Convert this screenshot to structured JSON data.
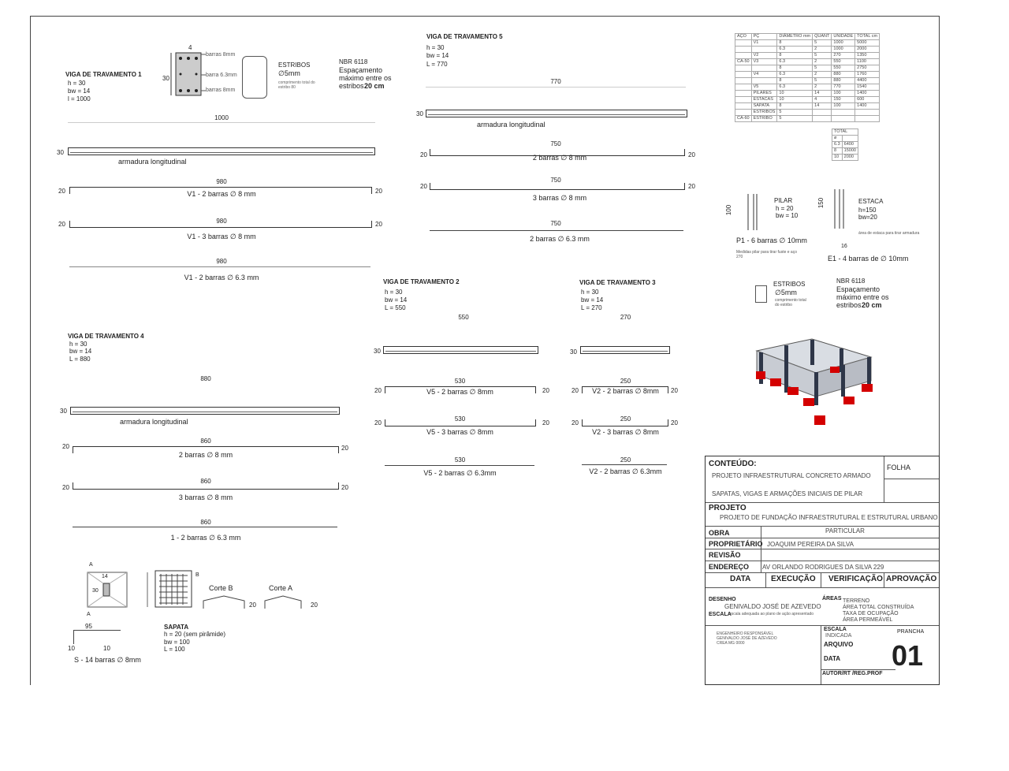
{
  "v1": {
    "title": "VIGA DE TRAVAMENTO 1",
    "h": "h = 30",
    "bw": "bw = 14",
    "l": "l = 1000",
    "len_top": "1000",
    "h_label": "30",
    "long_label": "armadura longitudinal",
    "bars": [
      {
        "len": "980",
        "caption": "V1 - 2 barras ∅ 8 mm",
        "hook_l": "20",
        "hook_r": "20"
      },
      {
        "len": "980",
        "caption": "V1 - 3 barras ∅ 8 mm",
        "hook_l": "20",
        "hook_r": "20"
      },
      {
        "len": "980",
        "caption": "V1 - 2 barras ∅ 6.3 mm"
      }
    ]
  },
  "section": {
    "w": "4",
    "h": "30",
    "lbl1": "barras 8mm",
    "lbl2": "barra 6.3mm",
    "lbl3": "barras 8mm"
  },
  "estribos1": {
    "title": "ESTRIBOS",
    "dia": "∅5mm",
    "note": "comprimento total do estribo 80",
    "nbr": "NBR 6118",
    "esp": "Espaçamento",
    "max": "máximo entre os",
    "cm_pre": "estribos",
    "cm": "20 cm"
  },
  "v5": {
    "title": "VIGA DE TRAVAMENTO 5",
    "h": "h = 30",
    "bw": "bw = 14",
    "l": "L = 770",
    "len_top": "770",
    "h_label": "30",
    "long_label": "armadura longitudinal",
    "bars": [
      {
        "len": "750",
        "caption": "2 barras ∅ 8 mm",
        "hook_l": "20",
        "hook_r": "20"
      },
      {
        "len": "750",
        "caption": "3 barras ∅ 8 mm",
        "hook_l": "20",
        "hook_r": "20"
      },
      {
        "len": "750",
        "caption": "2 barras ∅ 6.3 mm"
      }
    ]
  },
  "v4": {
    "title": "VIGA DE TRAVAMENTO 4",
    "h": "h = 30",
    "bw": "bw = 14",
    "l": "L = 880",
    "len_top": "880",
    "h_label": "30",
    "long_label": "armadura longitudinal",
    "bars": [
      {
        "len": "860",
        "caption": "2 barras ∅ 8 mm",
        "hook_l": "20",
        "hook_r": "20"
      },
      {
        "len": "860",
        "caption": "3 barras ∅ 8 mm",
        "hook_l": "20",
        "hook_r": "20"
      },
      {
        "len": "860",
        "caption": "1 - 2 barras ∅ 6.3 mm"
      }
    ]
  },
  "v2": {
    "title": "VIGA DE TRAVAMENTO 2",
    "h": "h = 30",
    "bw": "bw = 14",
    "l": "L = 550",
    "len_top": "550",
    "h_label": "30",
    "bars": [
      {
        "len": "530",
        "caption": "V5 - 2 barras ∅ 8mm",
        "hook_l": "20",
        "hook_r": "20"
      },
      {
        "len": "530",
        "caption": "V5 - 3 barras ∅ 8mm",
        "hook_l": "20",
        "hook_r": "20"
      },
      {
        "len": "530",
        "caption": "V5 - 2 barras ∅ 6.3mm"
      }
    ]
  },
  "v3": {
    "title": "VIGA DE TRAVAMENTO 3",
    "h": "h = 30",
    "bw": "bw = 14",
    "l": "L = 270",
    "len_top": "270",
    "h_label": "30",
    "bars": [
      {
        "len": "250",
        "caption": "V2 - 2 barras ∅ 8mm",
        "hook_l": "20",
        "hook_r": "20"
      },
      {
        "len": "250",
        "caption": "V2 - 3 barras ∅ 8mm",
        "hook_l": "20",
        "hook_r": "20"
      },
      {
        "len": "250",
        "caption": "V2 - 2 barras ∅ 6.3mm"
      }
    ]
  },
  "pilar": {
    "title": "PILAR",
    "h": "h = 20",
    "bw": "bw = 10",
    "dim": "100",
    "caption": "P1 - 6 barras ∅ 10mm",
    "note": "Medidas pilar para tirar fuste e aço 270"
  },
  "estaca": {
    "title": "ESTACA",
    "h": "h=150",
    "bw": "bw=20",
    "dim": "150",
    "w": "16",
    "note": "área de estaca para tirar armadura",
    "caption": "E1 - 4 barras de ∅ 10mm"
  },
  "estribos2": {
    "title": "ESTRIBOS",
    "dia": "∅5mm",
    "note": "comprimento total do estribo",
    "nbr": "NBR 6118",
    "esp": "Espaçamento",
    "max": "máximo entre os",
    "cm_pre": "estribos",
    "cm": "20 cm"
  },
  "sapata": {
    "a": "A",
    "b": "B",
    "dim14": "14",
    "dim30": "30",
    "corte_b": "Corte B",
    "corte_a": "Corte A",
    "d20a": "20",
    "d20b": "20",
    "title": "SAPATA",
    "h": "h = 20 (sem pirâmide)",
    "bw": "bw = 100",
    "l": "L = 100",
    "dim95": "95",
    "d10a": "10",
    "d10b": "10",
    "caption": "S - 14 barras ∅ 8mm"
  },
  "table": {
    "headers": [
      "AÇO",
      "PÇ",
      "DIÂMETRO mm",
      "QUANT",
      "UNIDADE",
      "TOTAL cm"
    ],
    "rows": [
      [
        "",
        "V1",
        "8",
        "5",
        "1000",
        "5000"
      ],
      [
        "",
        "",
        "6.3",
        "2",
        "1000",
        "2000"
      ],
      [
        "",
        "V2",
        "8",
        "5",
        "270",
        "1350"
      ],
      [
        "CA-50",
        "V3",
        "6.3",
        "2",
        "550",
        "1100"
      ],
      [
        "",
        "",
        "8",
        "5",
        "550",
        "2750"
      ],
      [
        "",
        "V4",
        "6.3",
        "2",
        "880",
        "1760"
      ],
      [
        "",
        "",
        "8",
        "5",
        "880",
        "4400"
      ],
      [
        "",
        "V5",
        "6.3",
        "2",
        "770",
        "1540"
      ],
      [
        "",
        "PILARES",
        "10",
        "14",
        "100",
        "1400"
      ],
      [
        "",
        "ESTACAS",
        "10",
        "4",
        "150",
        "600"
      ],
      [
        "",
        "SAPATA",
        "8",
        "14",
        "100",
        "1400"
      ],
      [
        "",
        "ESTRIBOS",
        "5",
        "",
        "",
        ""
      ],
      [
        "CA-60",
        "ESTRIBO",
        "5",
        "",
        "",
        ""
      ]
    ],
    "totals_head": "TOTAL",
    "totals": [
      [
        "ø",
        ""
      ],
      [
        "6.3",
        "6400"
      ],
      [
        "8",
        "15000"
      ],
      [
        "10",
        "2000"
      ]
    ]
  },
  "titleblock": {
    "conteudo_label": "CONTEÚDO:",
    "conteudo_1": "PROJETO INFRAESTRUTURAL CONCRETO ARMADO",
    "conteudo_2": "SAPATAS, VIGAS E ARMAÇÕES INICIAIS DE PILAR",
    "folha_label": "FOLHA",
    "projeto_label": "PROJETO",
    "projeto_value": "PROJETO DE FUNDAÇÃO INFRAESTRUTURAL E ESTRUTURAL URBANO",
    "obra_label": "OBRA",
    "obra_value": "PARTICULAR",
    "proprietario_label": "PROPRIETÁRIO",
    "proprietario_value": "JOAQUIM PEREIRA DA SILVA",
    "revisao_label": "REVISÃO",
    "endereco_label": "ENDEREÇO",
    "endereco_value": "AV ORLANDO RODRIGUES DA SILVA 229",
    "data_label": "DATA",
    "execucao_label": "EXECUÇÃO",
    "verificacao_label": "VERIFICAÇÃO",
    "aprovacao_label": "APROVAÇÃO",
    "desenho_label": "DESENHO",
    "desenho_value": "GENIVALDO JOSÉ DE AZEVEDO",
    "escala_label": "ESCALA",
    "escala_value": "escala adequada ao plano de ação apresentado",
    "areas_label": "ÁREAS",
    "area_1": "TERRENO",
    "area_2": "ÁREA TOTAL CONSTRUÍDA",
    "area_3": "TAXA DE OCUPAÇÃO",
    "area_4": "ÁREA PERMEÁVEL",
    "eng_1": "ENGENHEIRO RESPONSÁVEL",
    "eng_2": "GENIVALDO JOSÉ DE AZEVEDO",
    "eng_3": "CREA MG 0000",
    "escala2_label": "ESCALA",
    "escala2_value": "INDICADA",
    "arquivo_label": "ARQUIVO",
    "data2_label": "DATA",
    "autor_label": "AUTOR/RT /REG.PROF",
    "prancha_label": "PRANCHA",
    "prancha_value": "01"
  }
}
